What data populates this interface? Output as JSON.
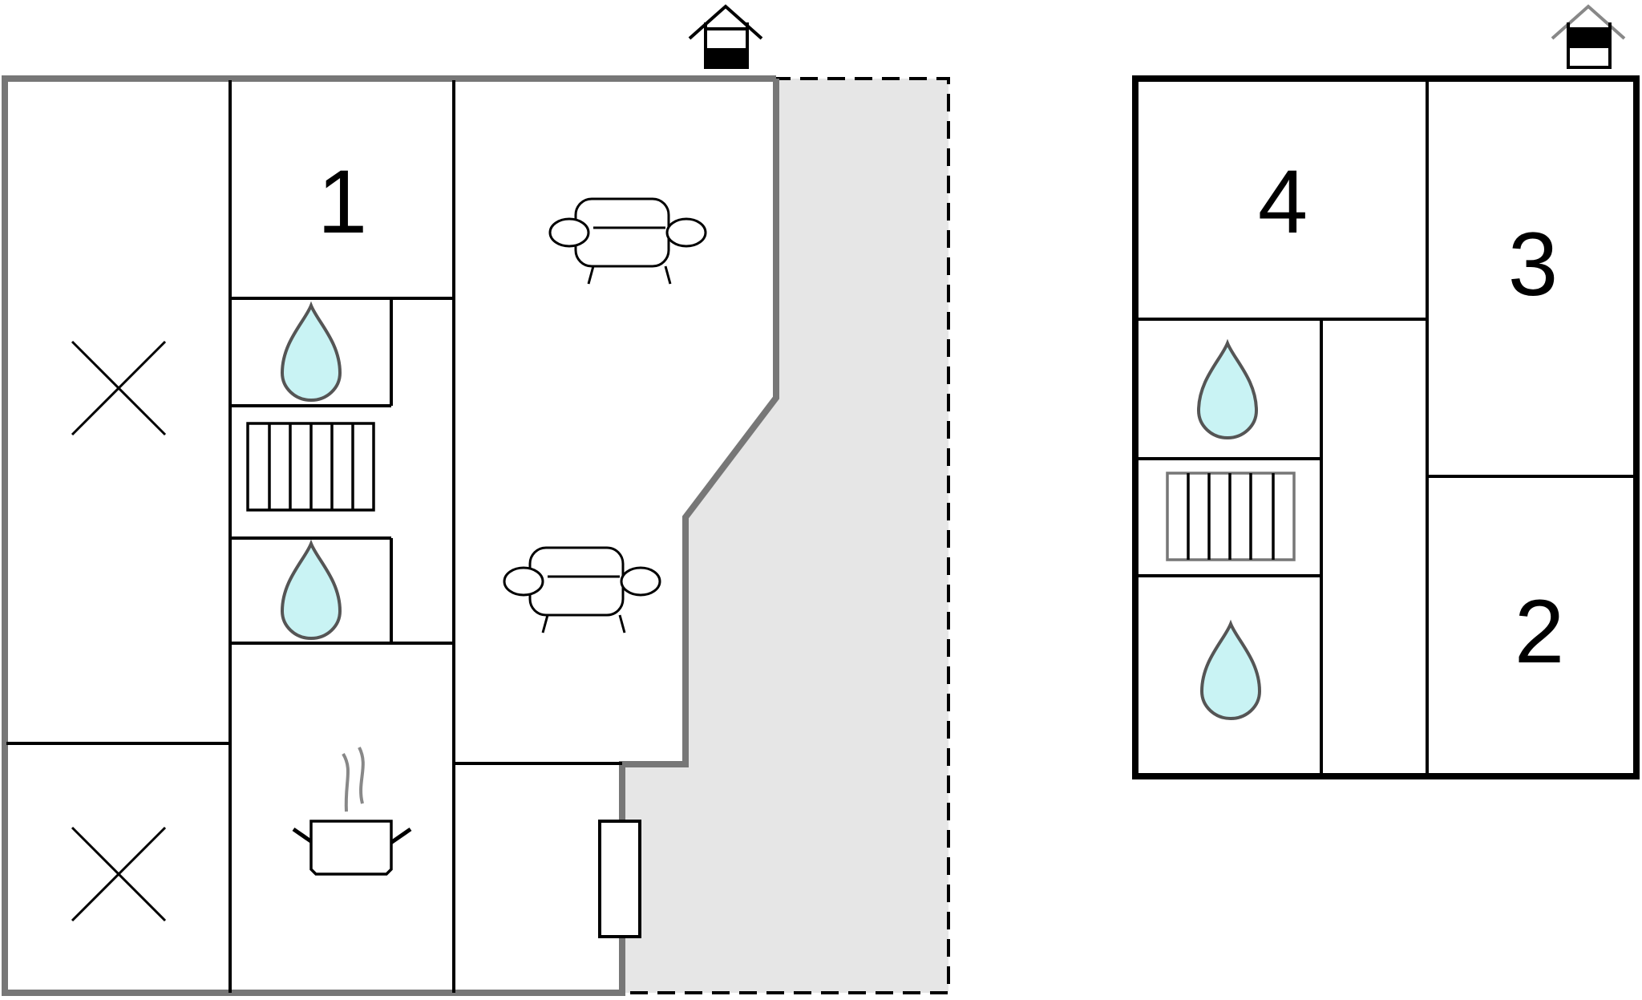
{
  "plan": {
    "ground_floor": {
      "rooms": [
        {
          "label": "1"
        }
      ]
    },
    "upper_floor": {
      "rooms": [
        {
          "label": "4"
        },
        {
          "label": "3"
        },
        {
          "label": "2"
        }
      ]
    }
  },
  "icons": {
    "entrance": "house-entrance-icon",
    "floor_indicator": "floor-level-icon",
    "bathroom": "water-drop-icon",
    "stairs": "stairs-icon",
    "living": "sofa-icon",
    "kitchen": "cooking-pot-icon",
    "unused": "cross-icon",
    "door": "door-icon"
  },
  "colors": {
    "wall": "#000000",
    "outer_wall": "#777777",
    "terrace": "#e6e6e6",
    "water": "#c9f3f4"
  }
}
